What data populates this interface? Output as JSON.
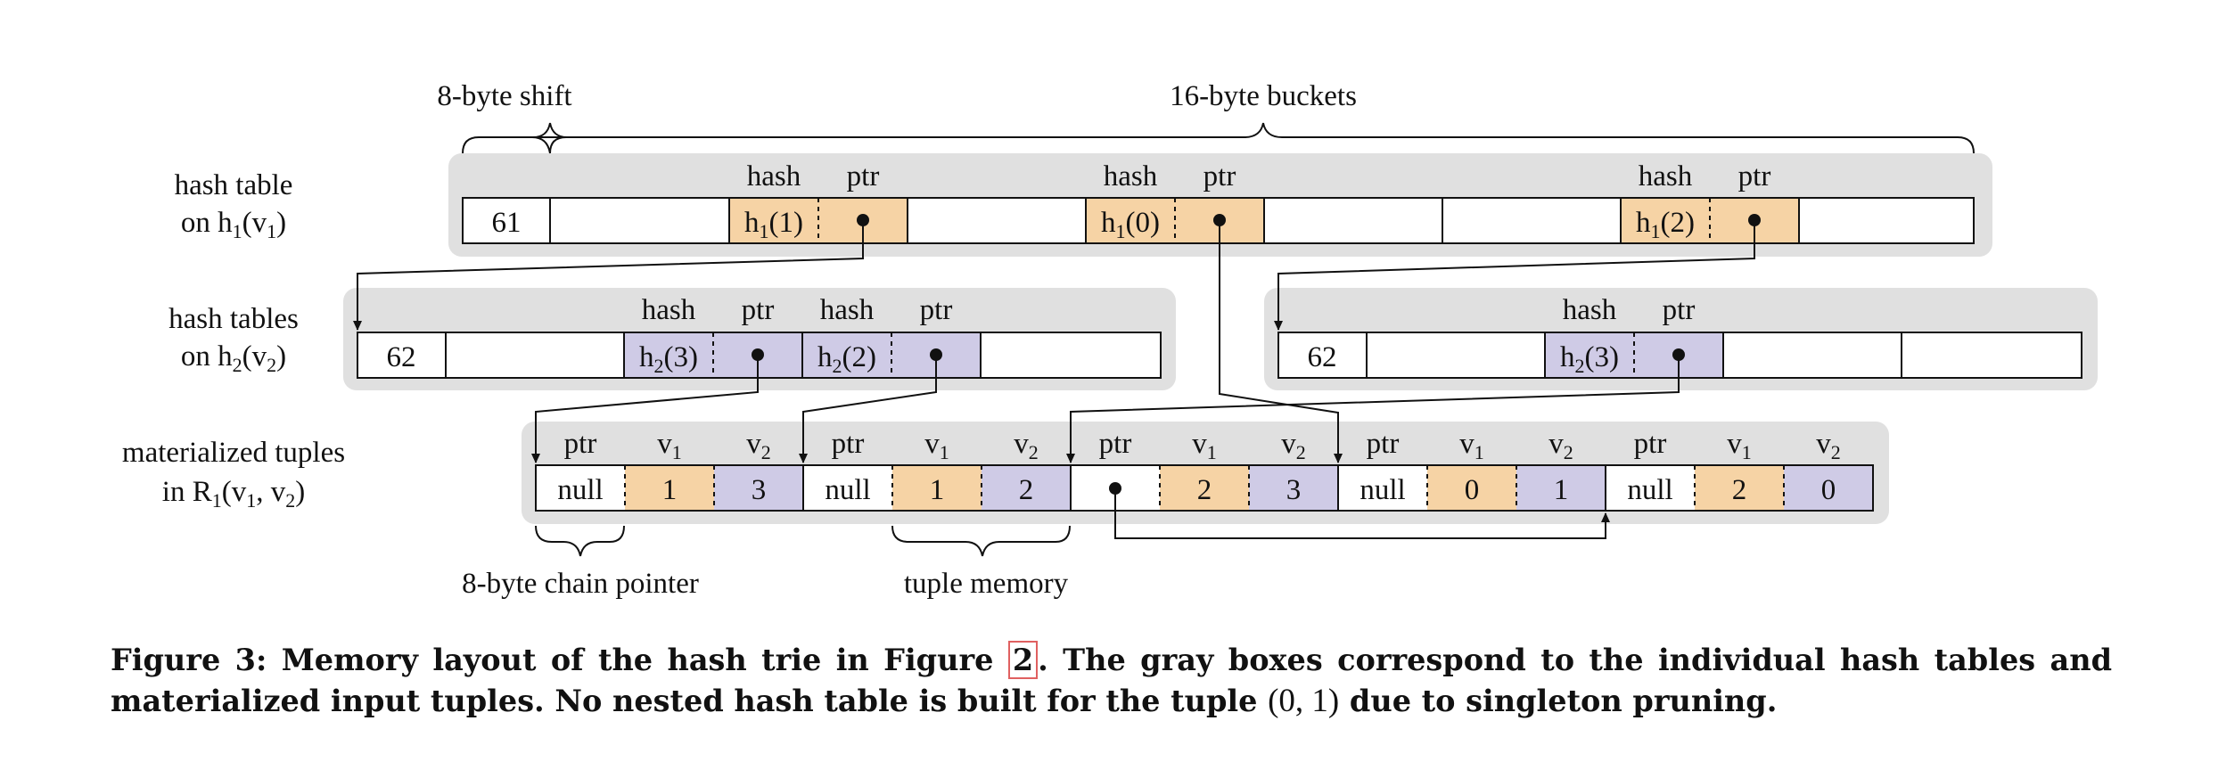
{
  "labels": {
    "shift": "8-byte shift",
    "buckets": "16-byte buckets",
    "chain_pointer": "8-byte chain pointer",
    "tuple_memory": "tuple memory"
  },
  "rows": {
    "ht1": {
      "line1": "hash table",
      "line2_main": "on h",
      "line2_sub": "1",
      "line2_mid": "(v",
      "line2_sub2": "1",
      "line2_end": ")"
    },
    "ht2": {
      "line1": "hash tables",
      "line2_main": "on h",
      "line2_sub": "2",
      "line2_mid": "(v",
      "line2_sub2": "2",
      "line2_end": ")"
    },
    "mt": {
      "line1": "materialized tuples",
      "line2_main": "in R",
      "line2_sub": "1",
      "line2_mid": "(v",
      "line2_sub2": "1",
      "line2_end": ", v",
      "line2_sub3": "2",
      "line2_tail": ")"
    }
  },
  "headers": {
    "hash": "hash",
    "ptr": "ptr",
    "v": "v",
    "v1_sub": "1",
    "v2_sub": "2"
  },
  "hash_table_1": {
    "shift_value": "61",
    "entries": [
      {
        "h": "h",
        "sub": "1",
        "arg": "(1)"
      },
      {
        "h": "h",
        "sub": "1",
        "arg": "(0)"
      },
      {
        "h": "h",
        "sub": "1",
        "arg": "(2)"
      }
    ]
  },
  "hash_table_2a": {
    "shift_value": "62",
    "entries": [
      {
        "h": "h",
        "sub": "2",
        "arg": "(3)"
      },
      {
        "h": "h",
        "sub": "2",
        "arg": "(2)"
      }
    ]
  },
  "hash_table_2b": {
    "shift_value": "62",
    "entries": [
      {
        "h": "h",
        "sub": "2",
        "arg": "(3)"
      }
    ]
  },
  "tuples": [
    {
      "ptr": "null",
      "v1": "1",
      "v2": "3"
    },
    {
      "ptr": "null",
      "v1": "1",
      "v2": "2"
    },
    {
      "ptr": "",
      "v1": "2",
      "v2": "3"
    },
    {
      "ptr": "null",
      "v1": "0",
      "v2": "1"
    },
    {
      "ptr": "null",
      "v1": "2",
      "v2": "0"
    }
  ],
  "colors": {
    "gray": "#e0e0e0",
    "orange": "#f6d3a5",
    "purple": "#cfcbe6",
    "text": "#111111",
    "ref_box": "#e06060"
  },
  "caption": {
    "part1": "Figure 3:  Memory layout of the hash trie in Figure ",
    "ref": "2",
    "part2": ".  The gray boxes correspond to the individual hash tables and materialized input tuples.  No nested hash table is built for the tuple ",
    "math": "(0, 1)",
    "part3": " due to singleton pruning."
  }
}
